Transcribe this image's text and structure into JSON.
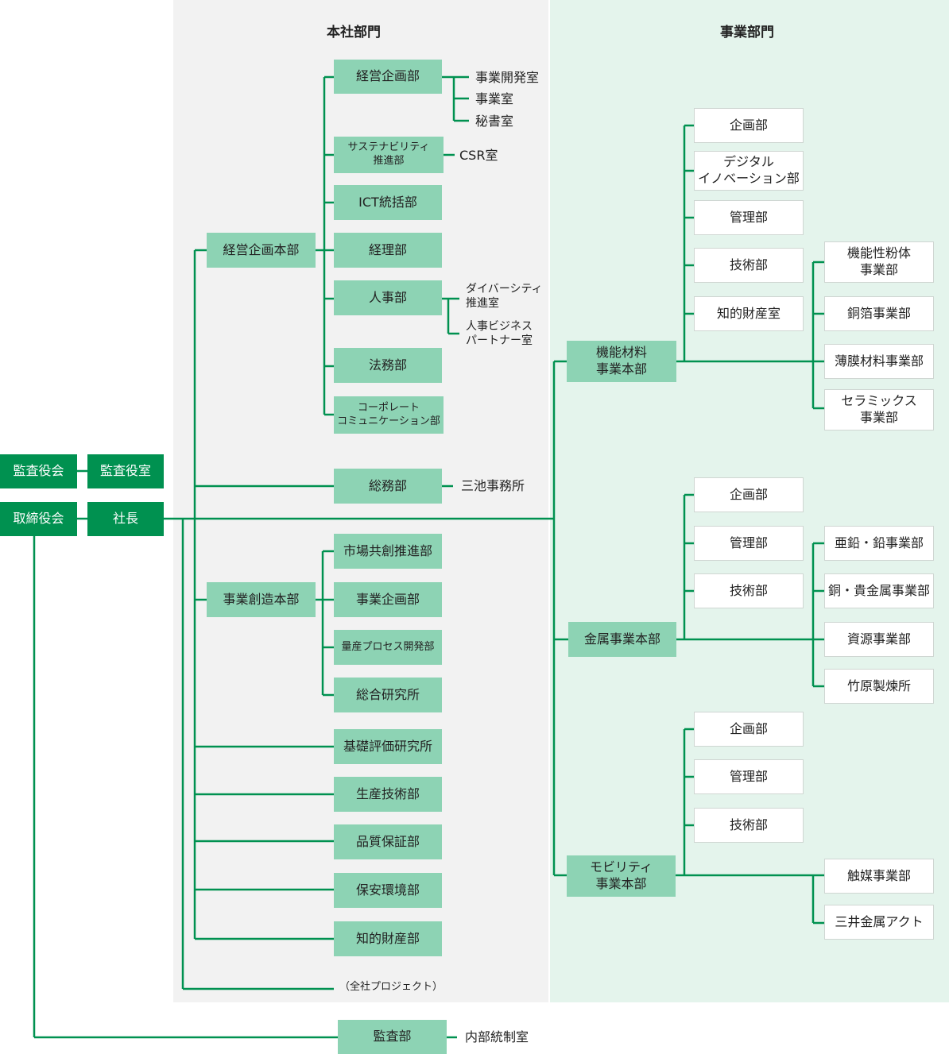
{
  "sections": {
    "hq": "本社部門",
    "business": "事業部門"
  },
  "top": {
    "audit_board": "監査役会",
    "audit_office": "監査役室",
    "board": "取締役会",
    "president": "社長"
  },
  "hq": {
    "corp_planning_hq": "経営企画本部",
    "corp_planning": "経営企画部",
    "corp_planning_children": [
      "事業開発室",
      "事業室",
      "秘書室"
    ],
    "sustainability": "サステナビリティ\n推進部",
    "csr": "CSR室",
    "ict": "ICT統括部",
    "accounting": "経理部",
    "hr": "人事部",
    "hr_children": [
      "ダイバーシティ\n推進室",
      "人事ビジネス\nパートナー室"
    ],
    "legal": "法務部",
    "corp_comm": "コーポレート\nコミュニケーション部",
    "general_affairs": "総務部",
    "miike": "三池事務所",
    "biz_creation_hq": "事業創造本部",
    "market_co_creation": "市場共創推進部",
    "biz_planning": "事業企画部",
    "mass_production": "量産プロセス開発部",
    "research_institute": "総合研究所",
    "fundamental_eval": "基礎評価研究所",
    "production_tech": "生産技術部",
    "quality": "品質保証部",
    "safety_env": "保安環境部",
    "ip": "知的財産部",
    "company_projects": "（全社プロジェクト）",
    "internal_audit": "監査部",
    "internal_control": "内部統制室"
  },
  "business": {
    "functional_materials_hq": "機能材料\n事業本部",
    "fm_depts": [
      "企画部",
      "デジタル\nイノベーション部",
      "管理部",
      "技術部",
      "知的財産室"
    ],
    "fm_units": [
      "機能性粉体\n事業部",
      "銅箔事業部",
      "薄膜材料事業部",
      "セラミックス\n事業部"
    ],
    "metals_hq": "金属事業本部",
    "metals_depts": [
      "企画部",
      "管理部",
      "技術部"
    ],
    "metals_units": [
      "亜鉛・鉛事業部",
      "銅・貴金属事業部",
      "資源事業部",
      "竹原製煉所"
    ],
    "mobility_hq": "モビリティ\n事業本部",
    "mobility_depts": [
      "企画部",
      "管理部",
      "技術部"
    ],
    "mobility_units": [
      "触媒事業部",
      "三井金属アクト"
    ]
  },
  "colors": {
    "dark_green": "#009150",
    "mid_green": "#8dd3b4",
    "hq_panel": "#f2f2f2",
    "biz_panel": "#e4f4ec"
  }
}
